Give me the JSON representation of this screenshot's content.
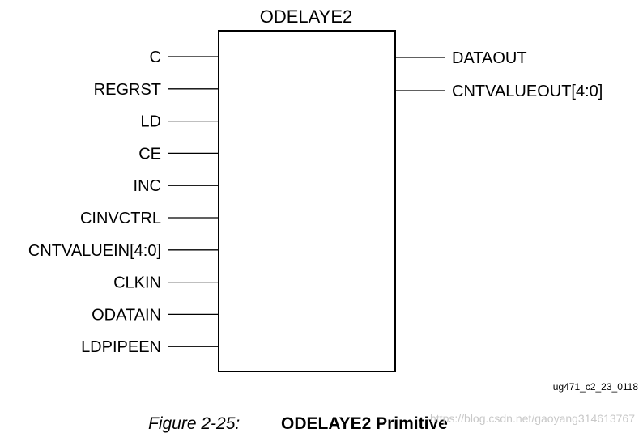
{
  "primitive": {
    "title": "ODELAYE2",
    "inputs": [
      "C",
      "REGRST",
      "LD",
      "CE",
      "INC",
      "CINVCTRL",
      "CNTVALUEIN[4:0]",
      "CLKIN",
      "ODATAIN",
      "LDPIPEEN"
    ],
    "outputs": [
      "DATAOUT",
      "CNTVALUEOUT[4:0]"
    ]
  },
  "figure_id": "ug471_c2_23_0118",
  "caption": {
    "number": "Figure 2-25:",
    "title": "ODELAYE2 Primitive"
  },
  "watermark": "https://blog.csdn.net/gaoyang314613767"
}
